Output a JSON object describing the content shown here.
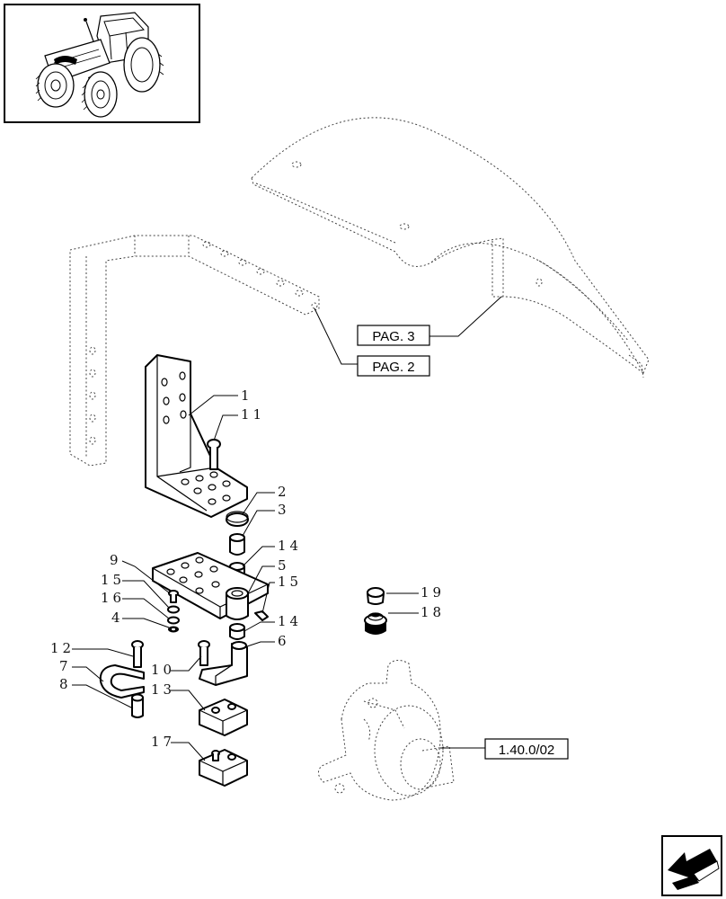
{
  "diagram": {
    "callouts": [
      {
        "id": "c1",
        "label": "1"
      },
      {
        "id": "c11",
        "label": "11"
      },
      {
        "id": "c2",
        "label": "2"
      },
      {
        "id": "c3",
        "label": "3"
      },
      {
        "id": "c14a",
        "label": "14"
      },
      {
        "id": "c5",
        "label": "5"
      },
      {
        "id": "c15r",
        "label": "15"
      },
      {
        "id": "c9",
        "label": "9"
      },
      {
        "id": "c15l",
        "label": "15"
      },
      {
        "id": "c16",
        "label": "16"
      },
      {
        "id": "c4",
        "label": "4"
      },
      {
        "id": "c14b",
        "label": "14"
      },
      {
        "id": "c6",
        "label": "6"
      },
      {
        "id": "c12",
        "label": "12"
      },
      {
        "id": "c7",
        "label": "7"
      },
      {
        "id": "c10",
        "label": "10"
      },
      {
        "id": "c8",
        "label": "8"
      },
      {
        "id": "c13",
        "label": "13"
      },
      {
        "id": "c17",
        "label": "17"
      },
      {
        "id": "c19",
        "label": "19"
      },
      {
        "id": "c18",
        "label": "18"
      }
    ],
    "references": {
      "pag3": "PAG. 3",
      "pag2": "PAG. 2",
      "section": "1.40.0/02"
    },
    "icons": {
      "thumbnail": "tractor-thumbnail-icon",
      "nav": "next-page-arrow-icon"
    }
  }
}
